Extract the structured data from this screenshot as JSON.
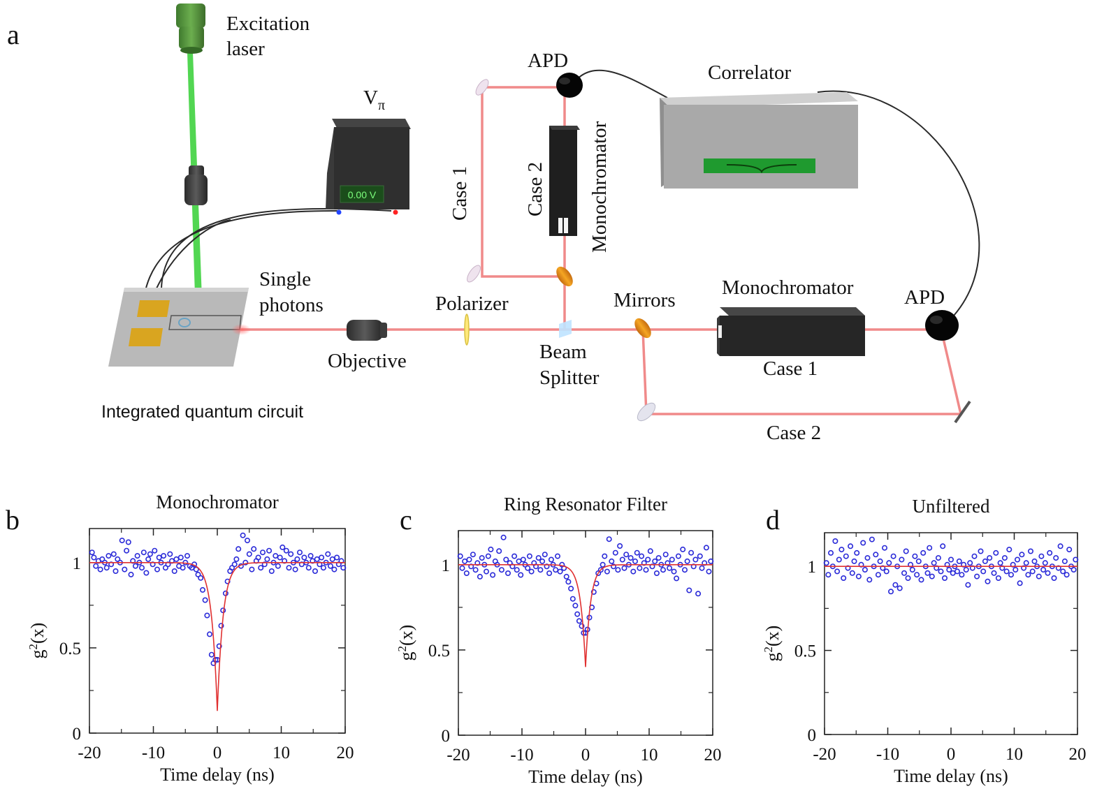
{
  "panel_letters": [
    "a",
    "b",
    "c",
    "d"
  ],
  "setup": {
    "excitation_laser": [
      "Excitation",
      "laser"
    ],
    "v_pi": "V",
    "v_pi_sub": "π",
    "voltage_display": "0.00 V",
    "single_photons": [
      "Single",
      "photons"
    ],
    "integrated_circuit": "Integrated quantum circuit",
    "objective": "Objective",
    "polarizer": "Polarizer",
    "beam_splitter": [
      "Beam",
      "Splitter"
    ],
    "mirrors": "Mirrors",
    "apd_top": "APD",
    "apd_right": "APD",
    "correlator": "Correlator",
    "monochromator_vertical": "Monochromator",
    "monochromator_horizontal": "Monochromator",
    "case1_vertical": "Case 1",
    "case2_vertical": "Case 2",
    "case1_horizontal": "Case 1",
    "case2_horizontal": "Case 2"
  },
  "colors": {
    "laser_green": "#3fd13f",
    "beam_red": "#f08a8a",
    "fit_red": "#e03030",
    "data_blue": "#2a2ad8",
    "instrument_dark": "#2f2f2f",
    "correlator_grey": "#a9a9a9",
    "screen_green": "#1f9a2f",
    "pad_gold": "#d9a520"
  },
  "chart_data": [
    {
      "type": "scatter",
      "title": "Monochromator",
      "xlabel": "Time delay (ns)",
      "ylabel": "g",
      "ylabel_sup": "2",
      "ylabel_tail": "(x)",
      "xlim": [
        -20,
        20
      ],
      "ylim": [
        0,
        1.2
      ],
      "xticks": [
        -20,
        -10,
        0,
        10,
        20
      ],
      "yticks": [
        0,
        0.5,
        1
      ],
      "ytick_labels": [
        "0",
        "0.5",
        "1"
      ],
      "fit": {
        "baseline": 1.0,
        "min": 0.13,
        "width_ns": 0.9
      },
      "series": [
        {
          "values_x": [
            -19.6,
            -19.3,
            -19.0,
            -18.6,
            -18.3,
            -18.0,
            -17.6,
            -17.3,
            -17.0,
            -16.6,
            -16.2,
            -15.9,
            -15.6,
            -15.2,
            -14.9,
            -14.5,
            -14.2,
            -13.9,
            -13.5,
            -13.2,
            -12.8,
            -12.5,
            -12.2,
            -11.8,
            -11.5,
            -11.1,
            -10.8,
            -10.5,
            -10.1,
            -9.8,
            -9.4,
            -9.1,
            -8.8,
            -8.4,
            -8.1,
            -7.7,
            -7.4,
            -7.1,
            -6.7,
            -6.4,
            -6.0,
            -5.7,
            -5.4,
            -5.0,
            -4.7,
            -4.3,
            -4.0,
            -3.6,
            -3.3,
            -3.0,
            -2.6,
            -2.3,
            -1.9,
            -1.6,
            -1.2,
            -0.9,
            -0.6,
            -0.3,
            0.0,
            0.3,
            0.6,
            0.9,
            1.3,
            1.6,
            2.0,
            2.3,
            2.7,
            3.0,
            3.3,
            3.7,
            4.0,
            4.4,
            4.7,
            5.0,
            5.4,
            5.7,
            6.1,
            6.4,
            6.8,
            7.1,
            7.4,
            7.8,
            8.1,
            8.5,
            8.8,
            9.1,
            9.5,
            9.8,
            10.2,
            10.5,
            10.8,
            11.2,
            11.5,
            11.9,
            12.2,
            12.5,
            12.9,
            13.2,
            13.6,
            13.9,
            14.3,
            14.6,
            14.9,
            15.3,
            15.6,
            16.0,
            16.3,
            16.6,
            17.0,
            17.3,
            17.7,
            18.0,
            18.3,
            18.7,
            19.0,
            19.4,
            19.7
          ],
          "values_y": [
            1.06,
            1.03,
            0.98,
            1.01,
            0.96,
            1.02,
            1.0,
            0.97,
            1.04,
            0.99,
            1.05,
            0.95,
            1.02,
            1.0,
            1.13,
            0.96,
            1.07,
            1.12,
            0.93,
            1.01,
            0.98,
            1.04,
            1.0,
            0.97,
            1.06,
            0.94,
            1.02,
            1.05,
            0.99,
            1.07,
            0.96,
            1.03,
            1.0,
            1.04,
            0.97,
            0.99,
            1.05,
            1.01,
            0.95,
            1.02,
            0.98,
            1.03,
            0.97,
            1.0,
            1.04,
            0.98,
            0.97,
            0.99,
            0.96,
            0.93,
            0.91,
            0.84,
            0.78,
            0.69,
            0.58,
            0.46,
            0.41,
            0.43,
            0.43,
            0.51,
            0.63,
            0.72,
            0.82,
            0.89,
            0.95,
            0.97,
            0.99,
            1.02,
            1.08,
            0.98,
            1.16,
            1.0,
            1.13,
            1.05,
            0.96,
            1.08,
            1.01,
            1.03,
            0.97,
            1.06,
            0.99,
            1.02,
            1.07,
            0.95,
            1.0,
            1.04,
            0.98,
            1.03,
            1.09,
            1.01,
            1.07,
            0.97,
            1.05,
            1.0,
            0.96,
            1.02,
            1.06,
            0.99,
            1.03,
            1.0,
            0.97,
            1.04,
            1.01,
            0.95,
            1.02,
            0.99,
            1.03,
            0.97,
            1.0,
            1.05,
            0.98,
            1.02,
            0.96,
            1.03,
            0.99,
            1.01,
            0.97
          ]
        }
      ]
    },
    {
      "type": "scatter",
      "title": "Ring Resonator Filter",
      "xlabel": "Time delay (ns)",
      "ylabel": "g",
      "ylabel_sup": "2",
      "ylabel_tail": "(x)",
      "xlim": [
        -20,
        20
      ],
      "ylim": [
        0,
        1.2
      ],
      "xticks": [
        -20,
        -10,
        0,
        10,
        20
      ],
      "yticks": [
        0,
        0.5,
        1
      ],
      "ytick_labels": [
        "0",
        "0.5",
        "1"
      ],
      "fit": {
        "baseline": 1.0,
        "min": 0.4,
        "width_ns": 0.8
      },
      "series": [
        {
          "values_x": [
            -19.7,
            -19.4,
            -19.0,
            -18.7,
            -18.3,
            -18.0,
            -17.7,
            -17.3,
            -17.0,
            -16.6,
            -16.3,
            -15.9,
            -15.6,
            -15.3,
            -14.9,
            -14.6,
            -14.2,
            -13.9,
            -13.6,
            -13.2,
            -12.9,
            -12.5,
            -12.2,
            -11.9,
            -11.5,
            -11.2,
            -10.8,
            -10.5,
            -10.2,
            -9.8,
            -9.5,
            -9.1,
            -8.8,
            -8.5,
            -8.1,
            -7.8,
            -7.4,
            -7.1,
            -6.8,
            -6.4,
            -6.1,
            -5.7,
            -5.4,
            -5.1,
            -4.7,
            -4.4,
            -4.0,
            -3.7,
            -3.4,
            -3.0,
            -2.7,
            -2.3,
            -2.0,
            -1.6,
            -1.3,
            -1.0,
            -0.6,
            -0.3,
            0.0,
            0.3,
            0.6,
            1.0,
            1.3,
            1.7,
            2.0,
            2.4,
            2.7,
            3.0,
            3.4,
            3.7,
            4.1,
            4.4,
            4.7,
            5.1,
            5.4,
            5.8,
            6.1,
            6.4,
            6.8,
            7.1,
            7.5,
            7.8,
            8.1,
            8.5,
            8.8,
            9.2,
            9.5,
            9.8,
            10.2,
            10.5,
            10.9,
            11.2,
            11.5,
            11.9,
            12.2,
            12.6,
            12.9,
            13.2,
            13.6,
            13.9,
            14.3,
            14.6,
            14.9,
            15.3,
            15.6,
            16.0,
            16.3,
            16.6,
            17.0,
            17.3,
            17.7,
            18.0,
            18.3,
            18.7,
            19.0,
            19.4,
            19.7
          ],
          "values_y": [
            1.05,
            0.98,
            1.02,
            0.95,
            1.03,
            0.99,
            1.06,
            0.97,
            1.01,
            0.93,
            1.04,
            1.0,
            0.96,
            1.05,
            1.09,
            0.94,
            1.02,
            1.0,
            1.08,
            0.97,
            1.16,
            1.03,
            0.95,
            1.01,
            0.99,
            1.05,
            0.97,
            1.02,
            0.94,
            1.03,
            1.0,
            0.98,
            1.05,
            0.96,
            1.01,
            0.99,
            1.04,
            0.97,
            1.02,
            1.06,
            0.99,
            0.95,
            1.03,
            1.0,
            0.97,
            1.05,
            0.96,
            1.0,
            0.98,
            0.93,
            0.9,
            0.86,
            0.8,
            0.76,
            0.71,
            0.67,
            0.64,
            0.6,
            0.6,
            0.62,
            0.69,
            0.75,
            0.84,
            0.89,
            0.95,
            0.97,
            1.0,
            1.05,
            0.96,
            1.15,
            1.02,
            0.99,
            1.07,
            0.97,
            1.11,
            1.03,
            0.98,
            1.06,
            1.0,
            1.04,
            0.96,
            1.02,
            1.07,
            0.98,
            1.05,
            1.01,
            0.97,
            1.03,
            1.08,
            0.99,
            1.02,
            0.95,
            1.04,
            1.0,
            0.97,
            1.06,
            1.01,
            0.98,
            1.03,
            0.96,
            0.92,
            1.05,
            1.0,
            1.09,
            0.97,
            1.02,
            0.85,
            1.07,
            0.99,
            1.03,
            0.83,
            1.05,
            0.98,
            1.01,
            1.1,
            0.96,
            1.02
          ]
        }
      ]
    },
    {
      "type": "scatter",
      "title": "Unfiltered",
      "xlabel": "Time delay (ns)",
      "ylabel": "g",
      "ylabel_sup": "2",
      "ylabel_tail": "(x)",
      "xlim": [
        -20,
        20
      ],
      "ylim": [
        0,
        1.2
      ],
      "xticks": [
        -20,
        -10,
        0,
        10,
        20
      ],
      "yticks": [
        0,
        0.5,
        1
      ],
      "ytick_labels": [
        "0",
        "0.5",
        "1"
      ],
      "fit": {
        "baseline": 1.0,
        "min": 1.0,
        "width_ns": 1.0
      },
      "series": [
        {
          "values_x": [
            -19.7,
            -19.4,
            -19.0,
            -18.7,
            -18.3,
            -18.0,
            -17.7,
            -17.3,
            -17.0,
            -16.6,
            -16.3,
            -15.9,
            -15.6,
            -15.3,
            -14.9,
            -14.6,
            -14.2,
            -13.9,
            -13.6,
            -13.2,
            -12.9,
            -12.5,
            -12.2,
            -11.9,
            -11.5,
            -11.2,
            -10.8,
            -10.5,
            -10.2,
            -9.8,
            -9.5,
            -9.1,
            -8.8,
            -8.5,
            -8.1,
            -7.8,
            -7.4,
            -7.1,
            -6.8,
            -6.4,
            -6.1,
            -5.7,
            -5.4,
            -5.1,
            -4.7,
            -4.4,
            -4.0,
            -3.7,
            -3.4,
            -3.0,
            -2.7,
            -2.3,
            -2.0,
            -1.6,
            -1.3,
            -1.0,
            -0.6,
            -0.3,
            0.0,
            0.3,
            0.6,
            1.0,
            1.3,
            1.7,
            2.0,
            2.4,
            2.7,
            3.0,
            3.4,
            3.7,
            4.1,
            4.4,
            4.7,
            5.1,
            5.4,
            5.8,
            6.1,
            6.4,
            6.8,
            7.1,
            7.5,
            7.8,
            8.1,
            8.5,
            8.8,
            9.2,
            9.5,
            9.8,
            10.2,
            10.5,
            10.9,
            11.2,
            11.5,
            11.9,
            12.2,
            12.6,
            12.9,
            13.2,
            13.6,
            13.9,
            14.3,
            14.6,
            14.9,
            15.3,
            15.6,
            16.0,
            16.3,
            16.6,
            17.0,
            17.3,
            17.7,
            18.0,
            18.3,
            18.7,
            19.0,
            19.4,
            19.7
          ],
          "values_y": [
            1.02,
            0.95,
            1.08,
            1.0,
            1.15,
            0.97,
            1.04,
            1.1,
            0.93,
            1.06,
            0.99,
            1.12,
            0.96,
            1.03,
            1.08,
            0.94,
            1.01,
            1.14,
            0.98,
            1.05,
            0.92,
            1.16,
            1.0,
            1.07,
            0.95,
            1.03,
            0.99,
            1.11,
            0.97,
            1.02,
            0.85,
            1.06,
            0.89,
            1.0,
            0.87,
            1.04,
            0.96,
            1.09,
            0.93,
            1.01,
            0.98,
            1.06,
            0.95,
            1.03,
            0.92,
            1.08,
            1.0,
            0.96,
            1.11,
            0.94,
            1.02,
            0.99,
            1.05,
            0.97,
            1.12,
            0.93,
            1.01,
            0.98,
            1.04,
            0.96,
            1.0,
            0.97,
            1.03,
            0.95,
            1.01,
            0.98,
            0.89,
            1.02,
            0.99,
            1.06,
            0.94,
            1.0,
            1.09,
            0.97,
            1.03,
            0.91,
            1.05,
            1.0,
            0.96,
            1.08,
            0.93,
            1.02,
            0.99,
            1.05,
            0.97,
            1.1,
            0.95,
            1.01,
            0.98,
            1.04,
            0.9,
            1.07,
            0.99,
            1.02,
            0.95,
            1.09,
            0.97,
            1.03,
            1.0,
            0.94,
            1.06,
            0.98,
            1.02,
            0.96,
            1.08,
            1.0,
            0.93,
            1.05,
            0.99,
            1.12,
            0.97,
            1.03,
            0.95,
            1.1,
            1.0,
            0.98,
            1.04
          ]
        }
      ]
    }
  ]
}
